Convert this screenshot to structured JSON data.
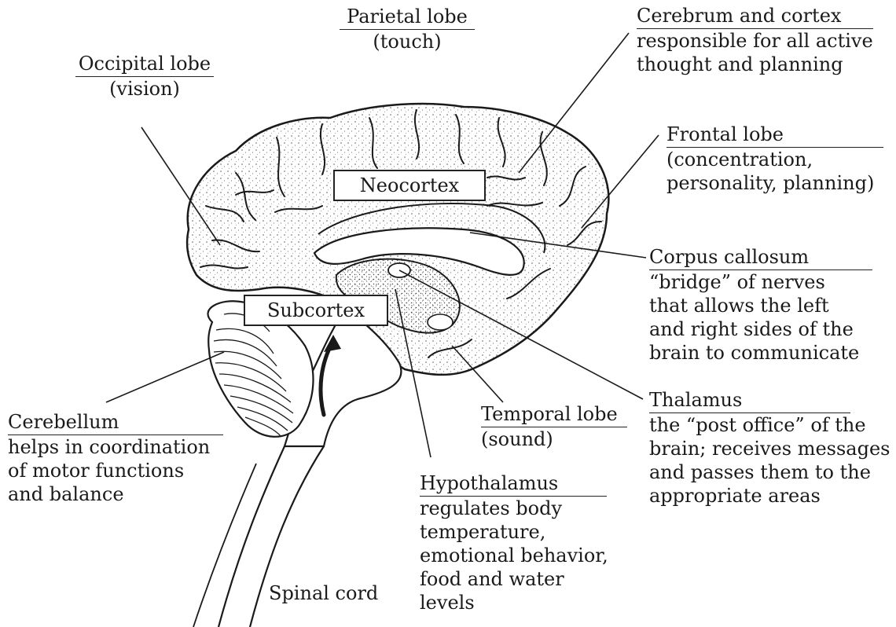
{
  "diagram": {
    "parts": [
      {
        "id": "parietal",
        "name": "Parietal lobe",
        "desc": "(touch)"
      },
      {
        "id": "occipital",
        "name": "Occipital lobe",
        "desc": "(vision)"
      },
      {
        "id": "cerebrum",
        "name": "Cerebrum and cortex",
        "desc": "responsible for all active\nthought and planning"
      },
      {
        "id": "frontal",
        "name": "Frontal lobe",
        "desc": "(concentration,\npersonality, planning)"
      },
      {
        "id": "corpus",
        "name": "Corpus callosum",
        "desc": "“bridge” of nerves\nthat allows the left\nand right sides of the\nbrain to communicate"
      },
      {
        "id": "thalamus",
        "name": "Thalamus",
        "desc": "the “post office” of the\nbrain; receives messages\nand passes them to the\nappropriate areas"
      },
      {
        "id": "temporal",
        "name": "Temporal lobe",
        "desc": "(sound)"
      },
      {
        "id": "hypothalamus",
        "name": "Hypothalamus",
        "desc": "regulates body\ntemperature,\nemotional behavior,\nfood and water\nlevels"
      },
      {
        "id": "cerebellum",
        "name": "Cerebellum",
        "desc": "helps in coordination\nof motor functions\nand balance"
      },
      {
        "id": "spinal",
        "name": "Spinal cord"
      }
    ],
    "regions": {
      "neocortex": "Neocortex",
      "subcortex": "Subcortex"
    }
  }
}
